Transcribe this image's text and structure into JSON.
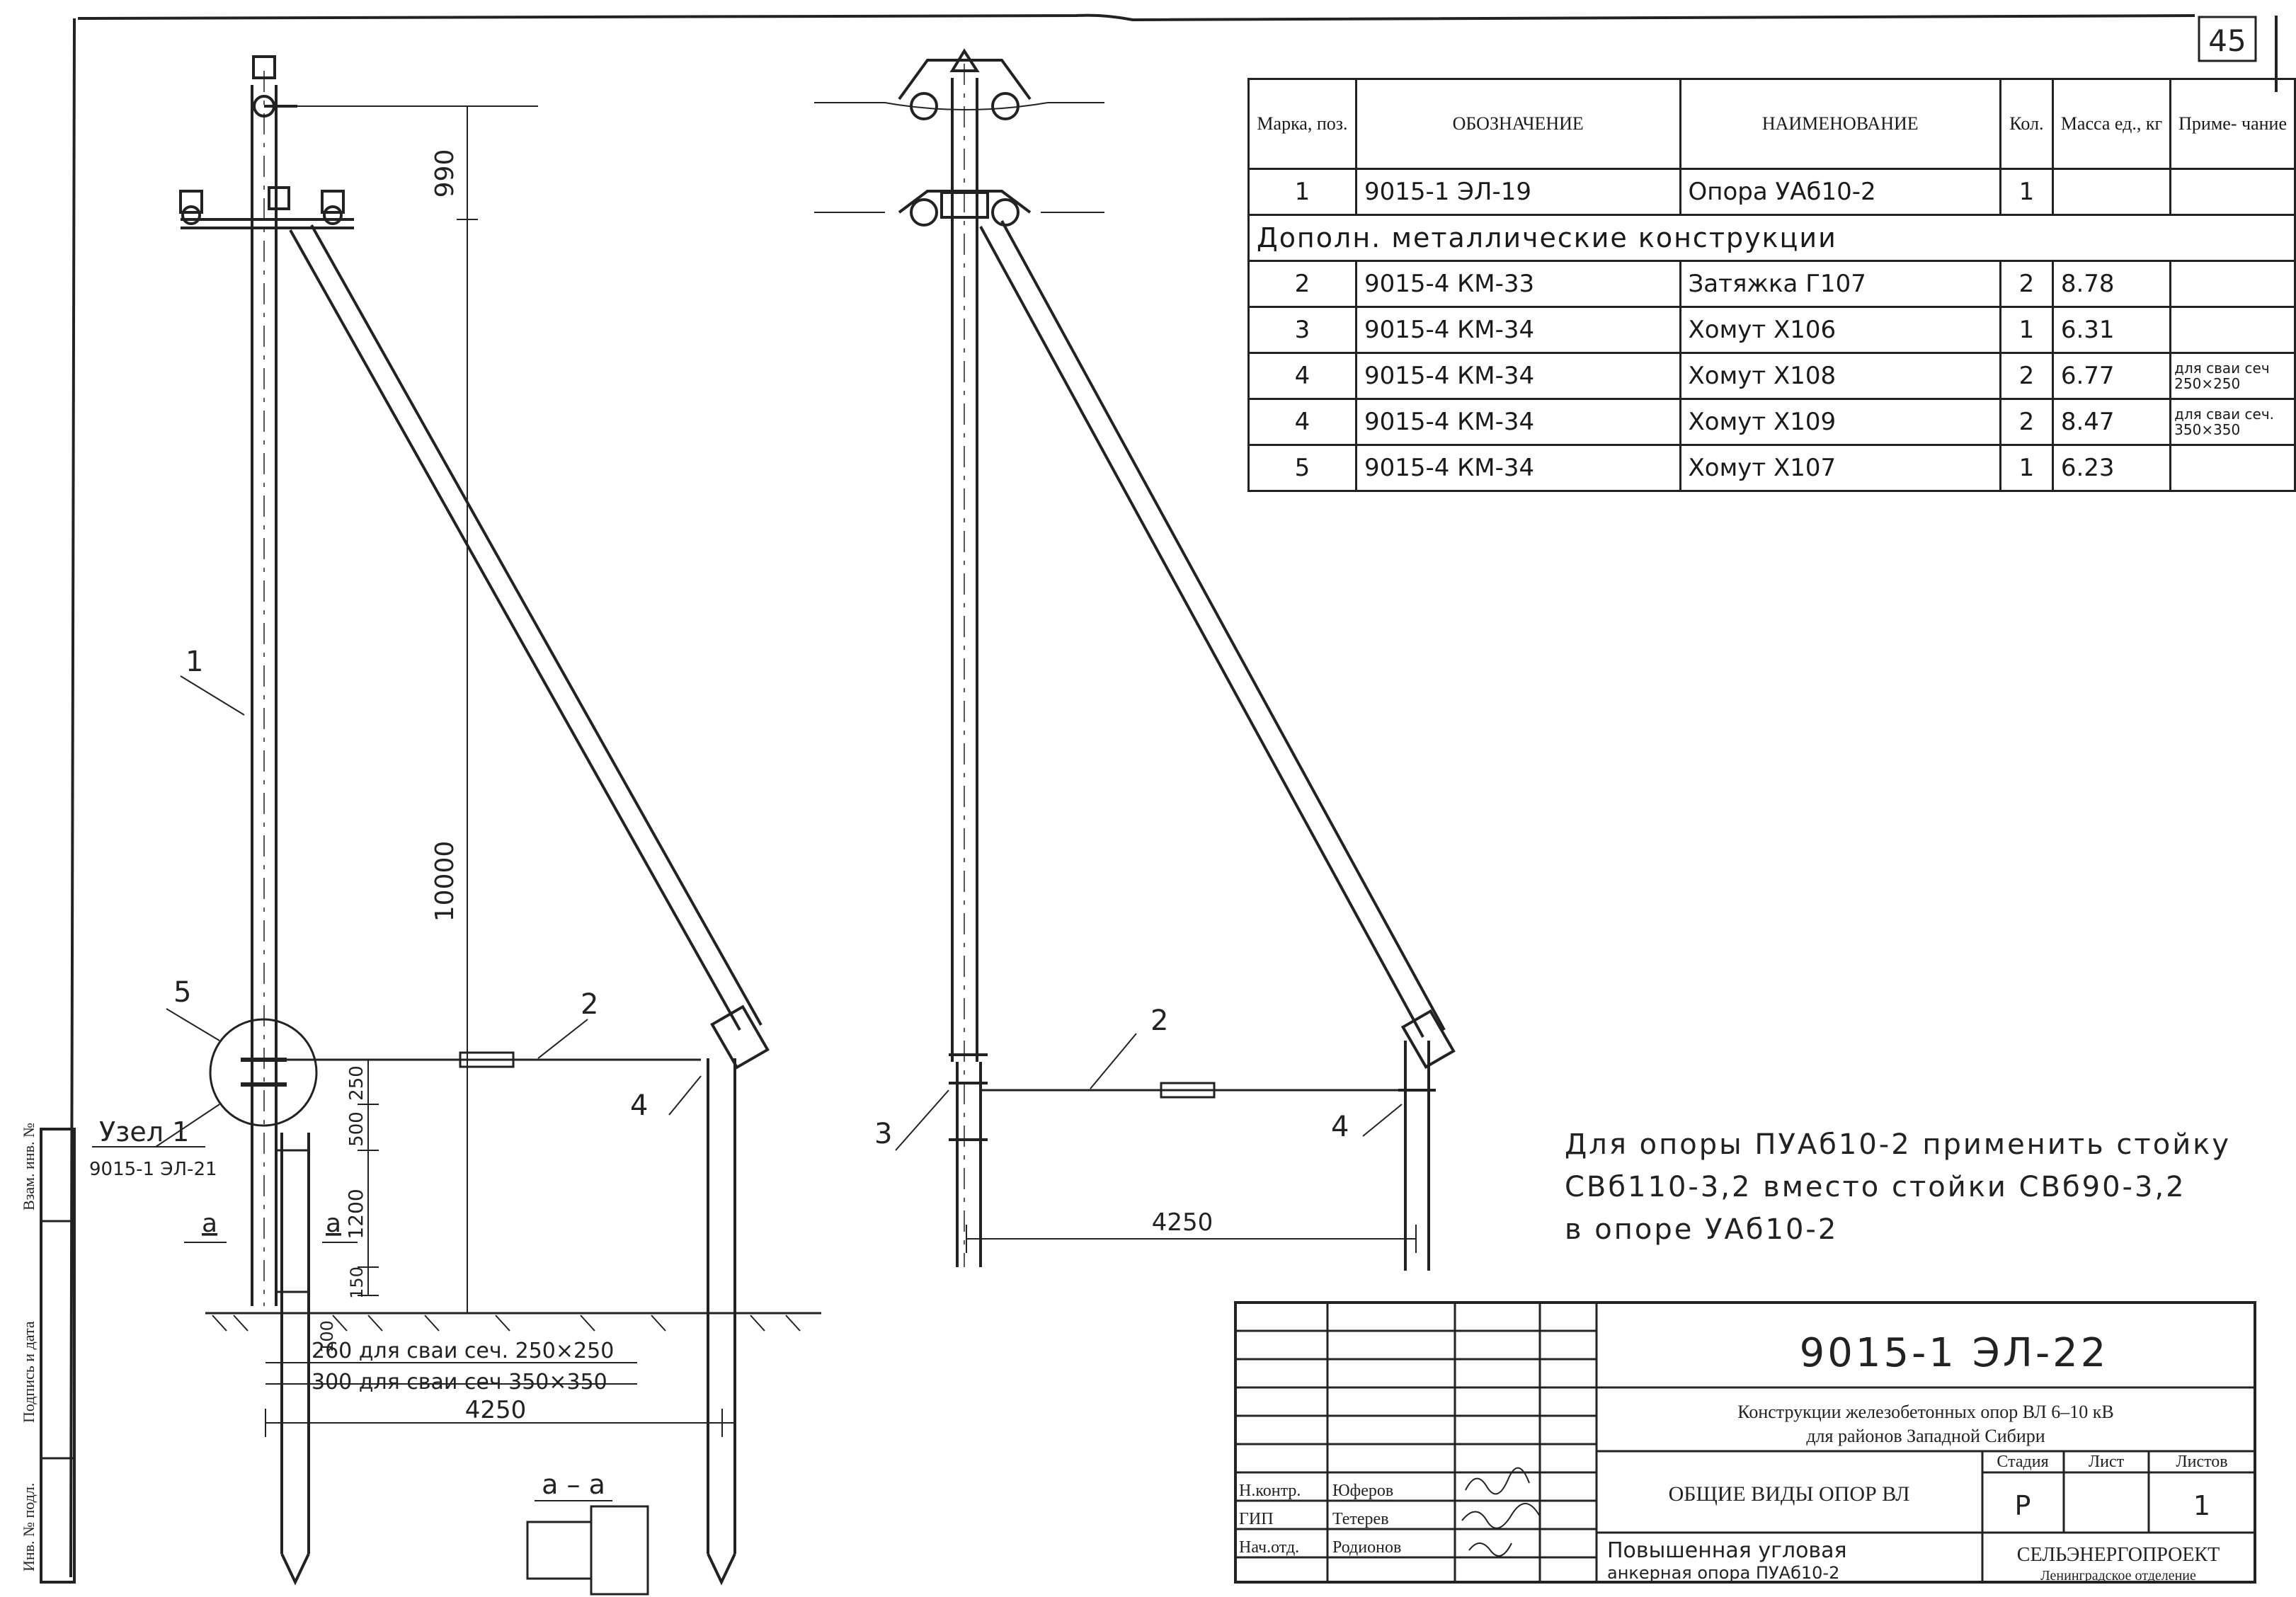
{
  "sheet_number": "45",
  "spec_table": {
    "headers": {
      "mark": "Марка, поз.",
      "designation": "ОБОЗНАЧЕНИЕ",
      "name": "НАИМЕНОВАНИЕ",
      "qty": "Кол.",
      "mass": "Масса ед., кг",
      "note": "Приме- чание"
    },
    "first_row": {
      "mark": "1",
      "designation": "9015-1 ЭЛ-19",
      "name": "Опора УАб10-2",
      "qty": "1",
      "mass": "",
      "note": ""
    },
    "section_title": "Дополн. металлические конструкции",
    "rows": [
      {
        "mark": "2",
        "designation": "9015-4 КМ-33",
        "name": "Затяжка Г107",
        "qty": "2",
        "mass": "8.78",
        "note": ""
      },
      {
        "mark": "3",
        "designation": "9015-4 КМ-34",
        "name": "Хомут Х106",
        "qty": "1",
        "mass": "6.31",
        "note": ""
      },
      {
        "mark": "4",
        "designation": "9015-4 КМ-34",
        "name": "Хомут Х108",
        "qty": "2",
        "mass": "6.77",
        "note": "для сваи сеч 250×250"
      },
      {
        "mark": "4",
        "designation": "9015-4 КМ-34",
        "name": "Хомут Х109",
        "qty": "2",
        "mass": "8.47",
        "note": "для сваи сеч. 350×350"
      },
      {
        "mark": "5",
        "designation": "9015-4 КМ-34",
        "name": "Хомут Х107",
        "qty": "1",
        "mass": "6.23",
        "note": ""
      }
    ]
  },
  "left_view": {
    "dim_990": "990",
    "dim_10000": "10000",
    "dim_250": "250",
    "dim_500": "500",
    "dim_1200": "1200",
    "dim_150": "150",
    "dim_100": "100",
    "dim_4250": "4250",
    "callout_1": "1",
    "callout_2": "2",
    "callout_4": "4",
    "callout_5": "5",
    "node_label": "Узел 1",
    "node_ref": "9015-1 ЭЛ-21",
    "section_mark_left": "а",
    "section_mark_right": "а",
    "pile_note_1": "260 для сваи сеч. 250×250",
    "pile_note_2": "300 для сваи сеч 350×350",
    "section_title": "а – а"
  },
  "right_view": {
    "callout_2": "2",
    "callout_3": "3",
    "callout_4": "4",
    "dim_4250": "4250"
  },
  "note": {
    "line1": "Для опоры ПУАб10-2 применить стойку",
    "line2": "СВб110-3,2 вместо стойки СВб90-3,2",
    "line3": "в опоре УАб10-2"
  },
  "title_block": {
    "code": "9015-1 ЭЛ-22",
    "project_line1": "Конструкции железобетонных опор ВЛ 6–10 кВ",
    "project_line2": "для районов Западной Сибири",
    "sheet_title": "ОБЩИЕ ВИДЫ ОПОР ВЛ",
    "drawing_name_line1": "Повышенная угловая",
    "drawing_name_line2": "анкерная опора ПУАб10-2",
    "stage_label": "Стадия",
    "sheet_label": "Лист",
    "sheets_label": "Листов",
    "stage_value": "Р",
    "sheets_value": "1",
    "roles": [
      {
        "role": "Н.контр.",
        "name": "Юферов"
      },
      {
        "role": "ГИП",
        "name": "Тетерев"
      },
      {
        "role": "Нач.отд.",
        "name": "Родионов"
      }
    ],
    "organization": "СЕЛЬЭНЕРГОПРОЕКТ",
    "department": "Ленинградское отделение"
  },
  "margin_stamp": {
    "label1": "Инв. № подл.",
    "label2": "Подпись и дата",
    "label3": "Взам. инв. №"
  }
}
